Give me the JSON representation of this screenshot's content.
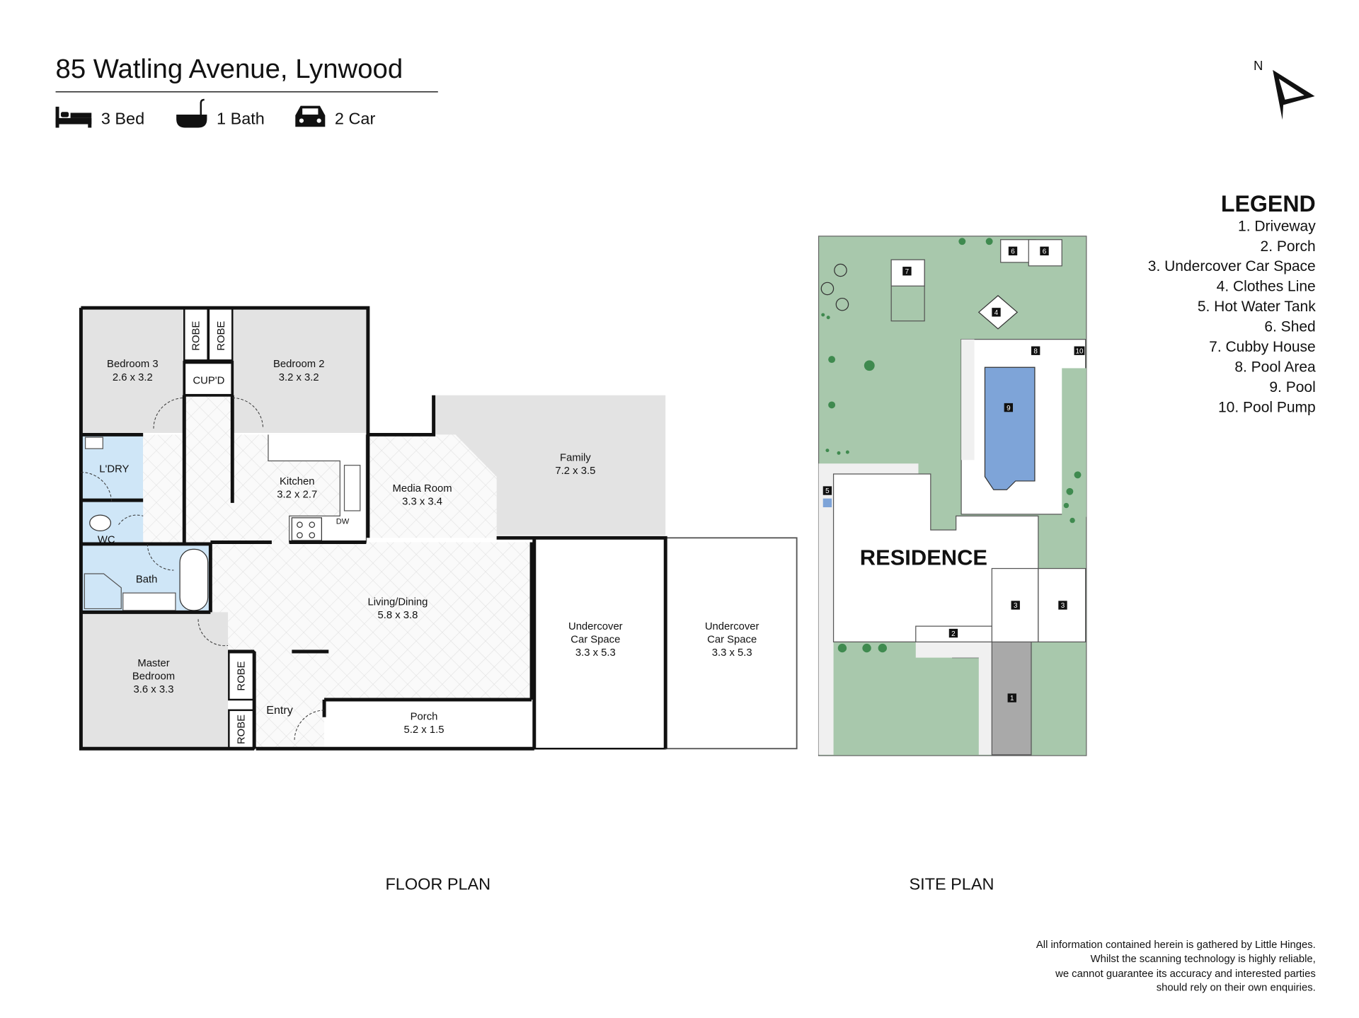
{
  "header": {
    "title": "85 Watling Avenue, Lynwood",
    "features": [
      {
        "icon": "bed-icon",
        "label": "3 Bed"
      },
      {
        "icon": "bath-icon",
        "label": "1 Bath"
      },
      {
        "icon": "car-icon",
        "label": "2 Car"
      }
    ],
    "compass": "N"
  },
  "legend": {
    "title": "LEGEND",
    "items": [
      "1. Driveway",
      "2. Porch",
      "3. Undercover Car Space",
      "4. Clothes Line",
      "5. Hot Water Tank",
      "6. Shed",
      "7. Cubby House",
      "8. Pool Area",
      "9. Pool",
      "10. Pool Pump"
    ]
  },
  "floor_plan": {
    "caption": "FLOOR PLAN",
    "rooms": {
      "bedroom3": {
        "name": "Bedroom 3",
        "size": "2.6 x 3.2"
      },
      "bedroom2": {
        "name": "Bedroom 2",
        "size": "3.2 x 3.2"
      },
      "robe": "ROBE",
      "cupd": "CUP'D",
      "laundry": "L'DRY",
      "wc": "WC",
      "bath": "Bath",
      "kitchen": {
        "name": "Kitchen",
        "size": "3.2 x 2.7"
      },
      "dw": "DW",
      "media": {
        "name": "Media Room",
        "size": "3.3 x 3.4"
      },
      "family": {
        "name": "Family",
        "size": "7.2 x 3.5"
      },
      "living": {
        "name": "Living/Dining",
        "size": "5.8 x 3.8"
      },
      "master": {
        "name1": "Master",
        "name2": "Bedroom",
        "size": "3.6 x 3.3"
      },
      "entry": "Entry",
      "porch": {
        "name": "Porch",
        "size": "5.2 x 1.5"
      },
      "car1": {
        "name1": "Undercover",
        "name2": "Car Space",
        "size": "3.3 x 5.3"
      },
      "car2": {
        "name1": "Undercover",
        "name2": "Car Space",
        "size": "3.3 x 5.3"
      }
    }
  },
  "site_plan": {
    "caption": "SITE PLAN",
    "residence": "RESIDENCE",
    "markers": [
      "1",
      "2",
      "3",
      "4",
      "5",
      "6",
      "7",
      "8",
      "9",
      "10"
    ]
  },
  "disclaimer": [
    "All information contained herein is gathered by Little Hinges.",
    "Whilst the scanning technology is highly reliable,",
    "we cannot guarantee its accuracy and interested parties",
    "should rely on their own enquiries."
  ],
  "colors": {
    "wet": "#cfe6f7",
    "carpet": "#e3e3e3",
    "lawn": "#a8c8ac",
    "pool": "#7ea4d8",
    "driveway": "#a9a9a9"
  }
}
